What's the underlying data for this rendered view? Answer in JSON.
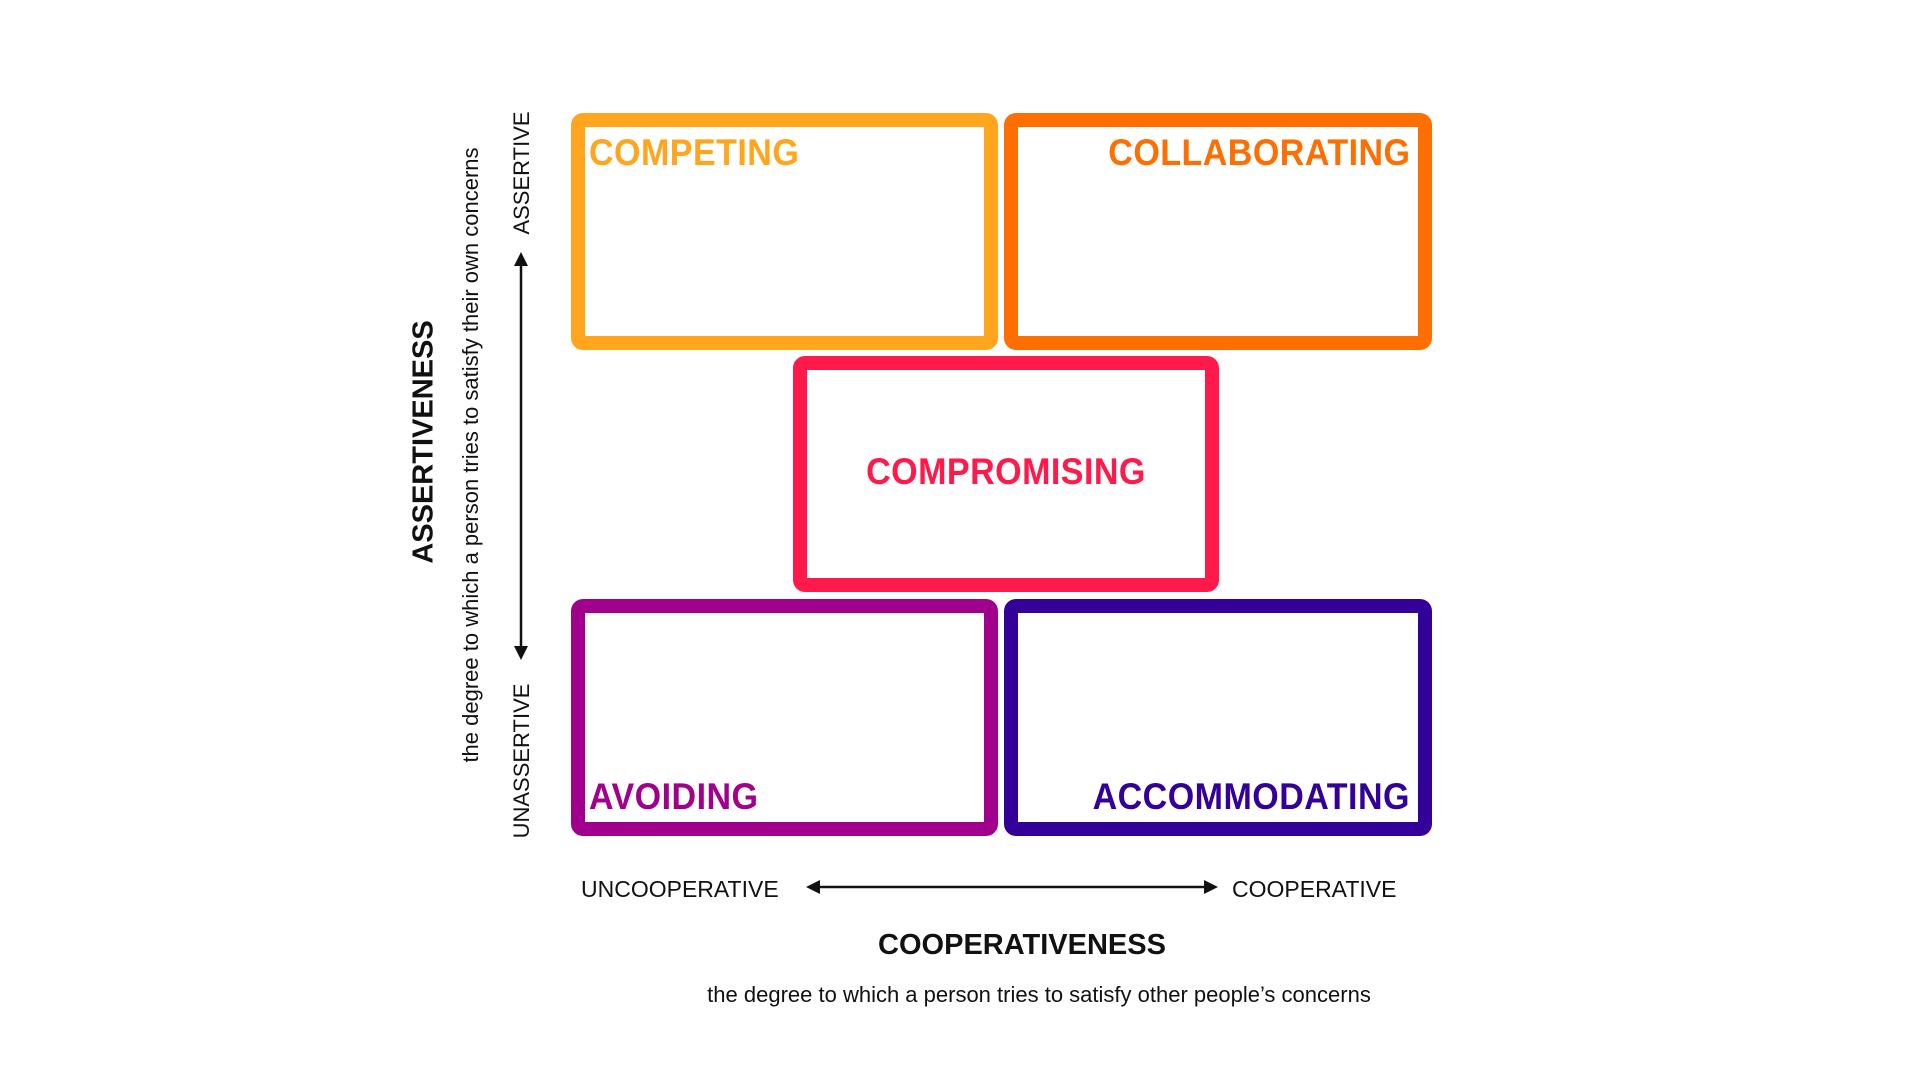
{
  "styles": [
    {
      "id": "competing",
      "label": "COMPETING",
      "color": "#FFA51E"
    },
    {
      "id": "collaborating",
      "label": "COLLABORATING",
      "color": "#FF6E00"
    },
    {
      "id": "compromising",
      "label": "COMPROMISING",
      "color": "#FF1A4B"
    },
    {
      "id": "avoiding",
      "label": "AVOIDING",
      "color": "#A0008C"
    },
    {
      "id": "accommodating",
      "label": "ACCOMMODATING",
      "color": "#33009A"
    }
  ],
  "y_axis": {
    "title": "ASSERTIVENESS",
    "subtitle": "the degree to which a person tries to satisfy their own concerns",
    "high": "ASSERTIVE",
    "low": "UNASSERTIVE"
  },
  "x_axis": {
    "title": "COOPERATIVENESS",
    "subtitle": "the degree to which a person tries to satisfy other people’s concerns",
    "low": "UNCOOPERATIVE",
    "high": "COOPERATIVE"
  }
}
